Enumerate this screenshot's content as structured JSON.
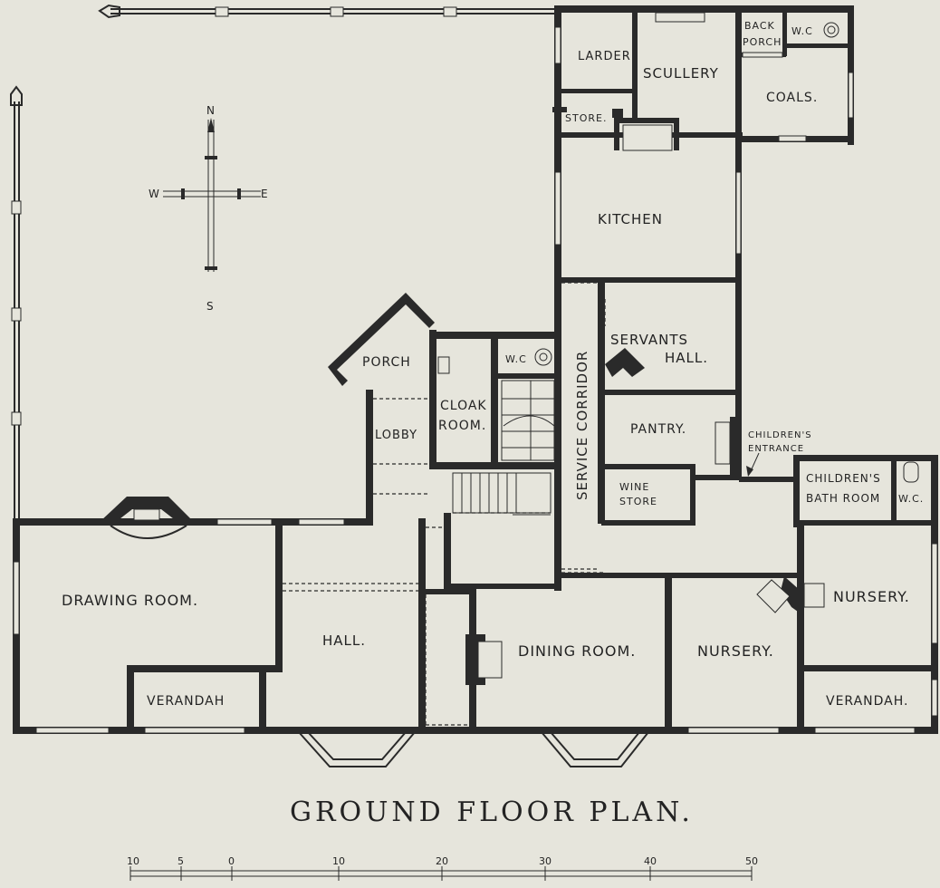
{
  "title": "GROUND FLOOR PLAN.",
  "compass": {
    "n": "N",
    "s": "S",
    "e": "E",
    "w": "W"
  },
  "rooms": {
    "larder": "LARDER",
    "scullery": "SCULLERY",
    "back_porch_1": "BACK",
    "back_porch_2": "PORCH",
    "wc_back": "W.C",
    "coals": "COALS.",
    "store": "STORE.",
    "kitchen": "KITCHEN",
    "porch": "PORCH",
    "wc_cloak": "W.C",
    "cloak_room_1": "CLOAK",
    "cloak_room_2": "ROOM.",
    "lobby": "LOBBY",
    "service_corridor": "SERVICE CORRIDOR",
    "servants_hall_1": "SERVANTS",
    "servants_hall_2": "HALL.",
    "pantry": "PANTRY.",
    "wine_store_1": "WINE",
    "wine_store_2": "STORE",
    "childrens_entrance_1": "CHILDREN'S",
    "childrens_entrance_2": "ENTRANCE",
    "childrens_bath_1": "CHILDREN'S",
    "childrens_bath_2": "BATH ROOM",
    "wc_children": "W.C.",
    "drawing_room": "DRAWING ROOM.",
    "hall": "HALL.",
    "dining_room": "DINING ROOM.",
    "nursery_left": "NURSERY.",
    "nursery_right": "NURSERY.",
    "verandah_left": "VERANDAH",
    "verandah_right": "VERANDAH."
  },
  "scale_bar": {
    "ticks": [
      "10",
      "5",
      "0",
      "10",
      "20",
      "30",
      "40",
      "50"
    ]
  }
}
